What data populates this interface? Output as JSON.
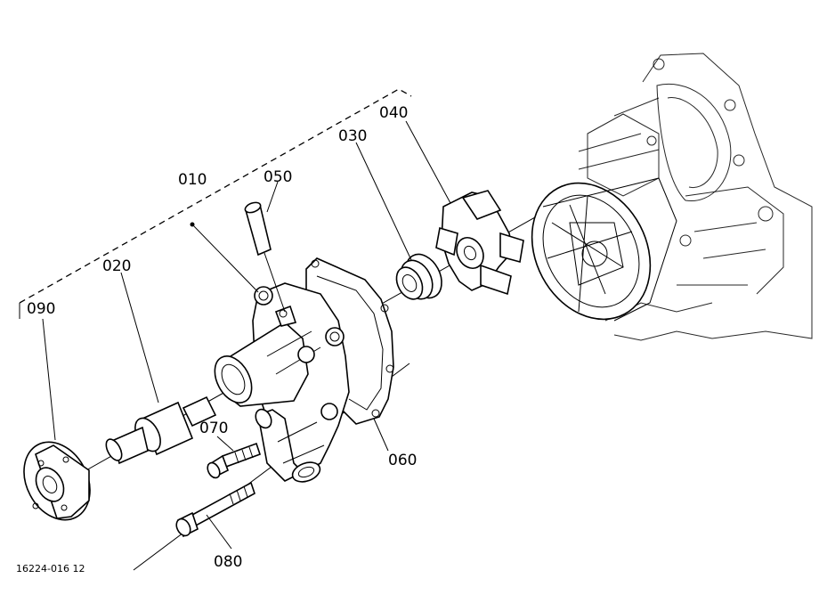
{
  "diagram": {
    "callouts": [
      {
        "id": "010",
        "label": "010"
      },
      {
        "id": "020",
        "label": "020"
      },
      {
        "id": "030",
        "label": "030"
      },
      {
        "id": "040",
        "label": "040"
      },
      {
        "id": "050",
        "label": "050"
      },
      {
        "id": "060",
        "label": "060"
      },
      {
        "id": "070",
        "label": "070"
      },
      {
        "id": "080",
        "label": "080"
      },
      {
        "id": "090",
        "label": "090"
      }
    ],
    "figure_code": "16224-016 12"
  }
}
